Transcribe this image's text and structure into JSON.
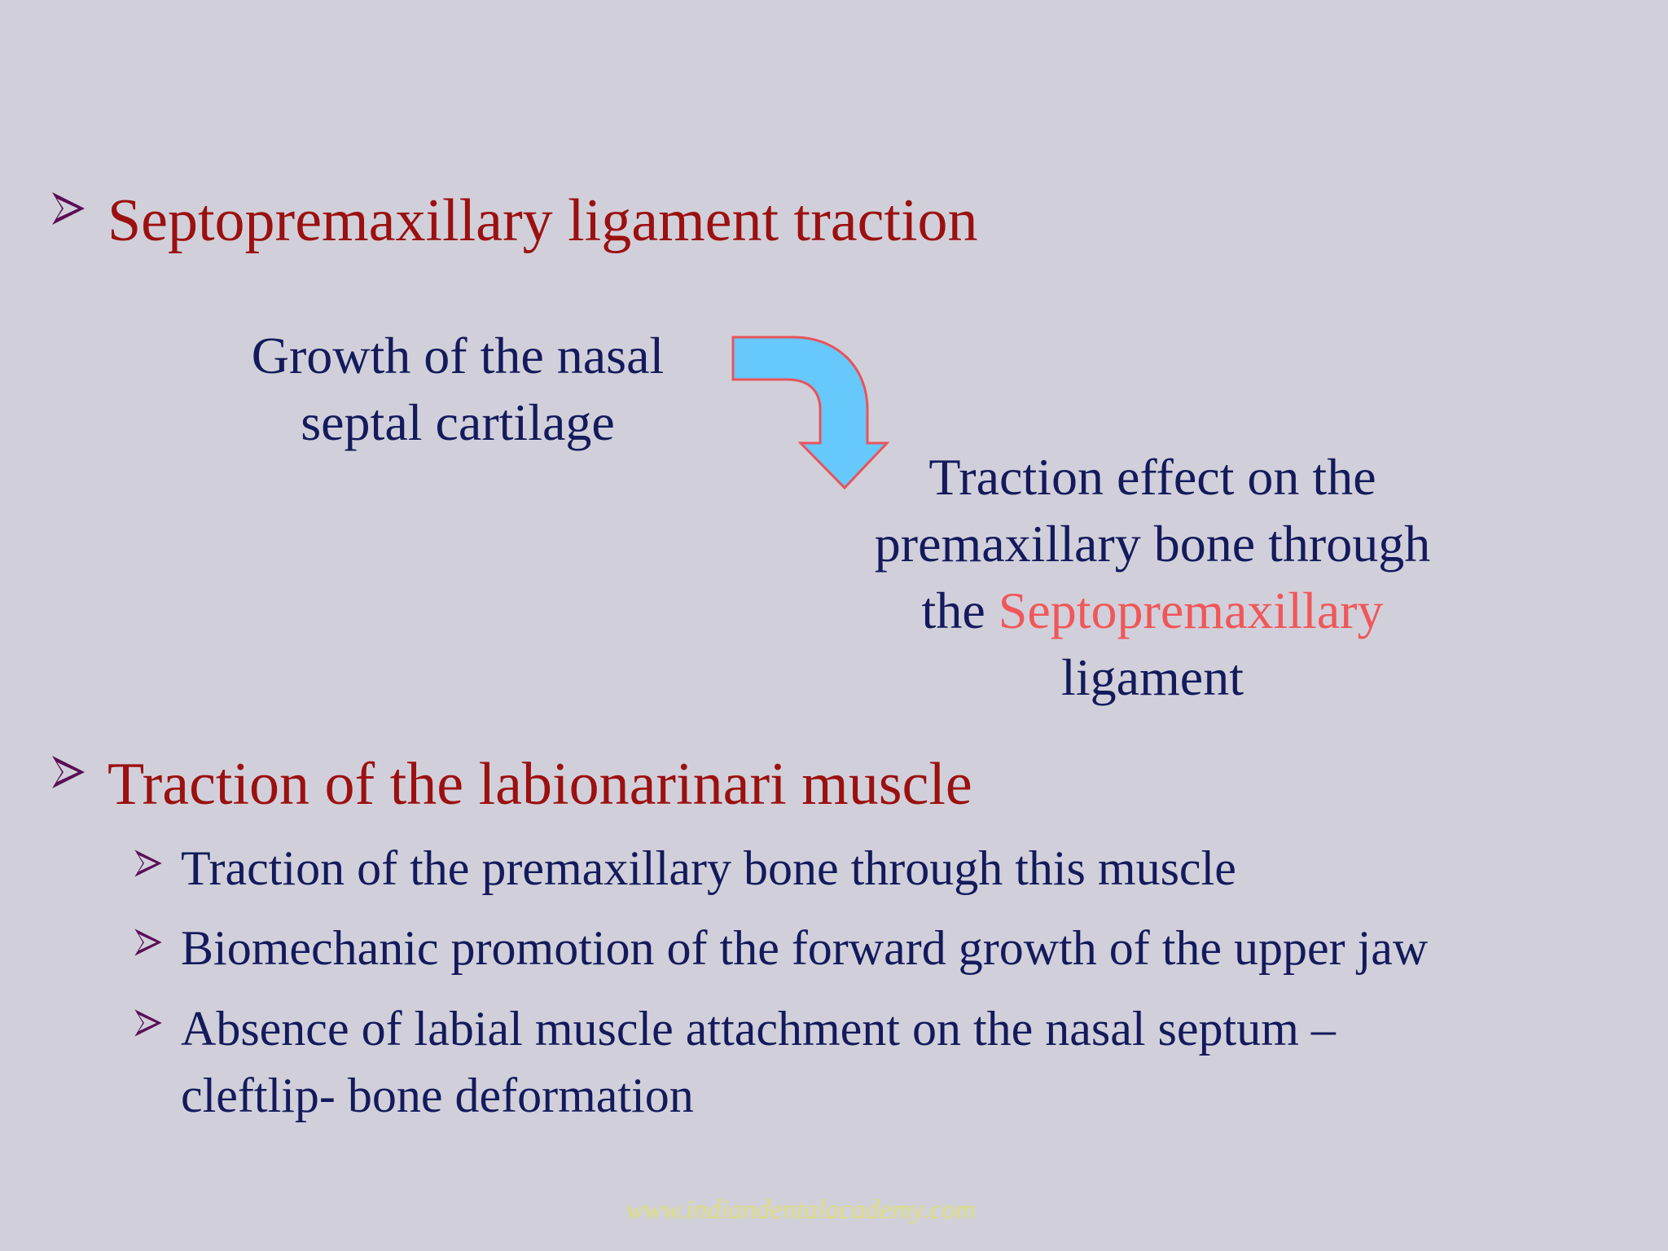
{
  "section1": {
    "heading": "Septopremaxillary ligament traction",
    "growth_line1": "Growth of the nasal",
    "growth_line2": "septal cartilage",
    "traction_line1": "Traction effect on the",
    "traction_line2": "premaxillary bone through",
    "traction_line3_prefix": "the ",
    "traction_line3_highlight": "Septopremaxillary",
    "traction_line4": "ligament"
  },
  "section2": {
    "heading": "Traction of the labionarinari muscle",
    "items": [
      "Traction of the premaxillary bone through this muscle",
      "Biomechanic promotion of the forward growth of the upper jaw",
      "Absence of labial muscle attachment on the nasal septum –",
      "cleftlip- bone deformation"
    ]
  },
  "watermark": "www.indiandentalacademy.com",
  "icons": {
    "bullet": "arrowhead-bullet-icon",
    "arrow": "curved-arrow-icon"
  },
  "colors": {
    "background": "#d1d0da",
    "heading": "#9b1010",
    "body": "#141a5c",
    "highlight": "#f0575a",
    "arrow_fill": "#66c8fb",
    "arrow_stroke": "#e8545a",
    "bullet": "#5a0f55"
  }
}
